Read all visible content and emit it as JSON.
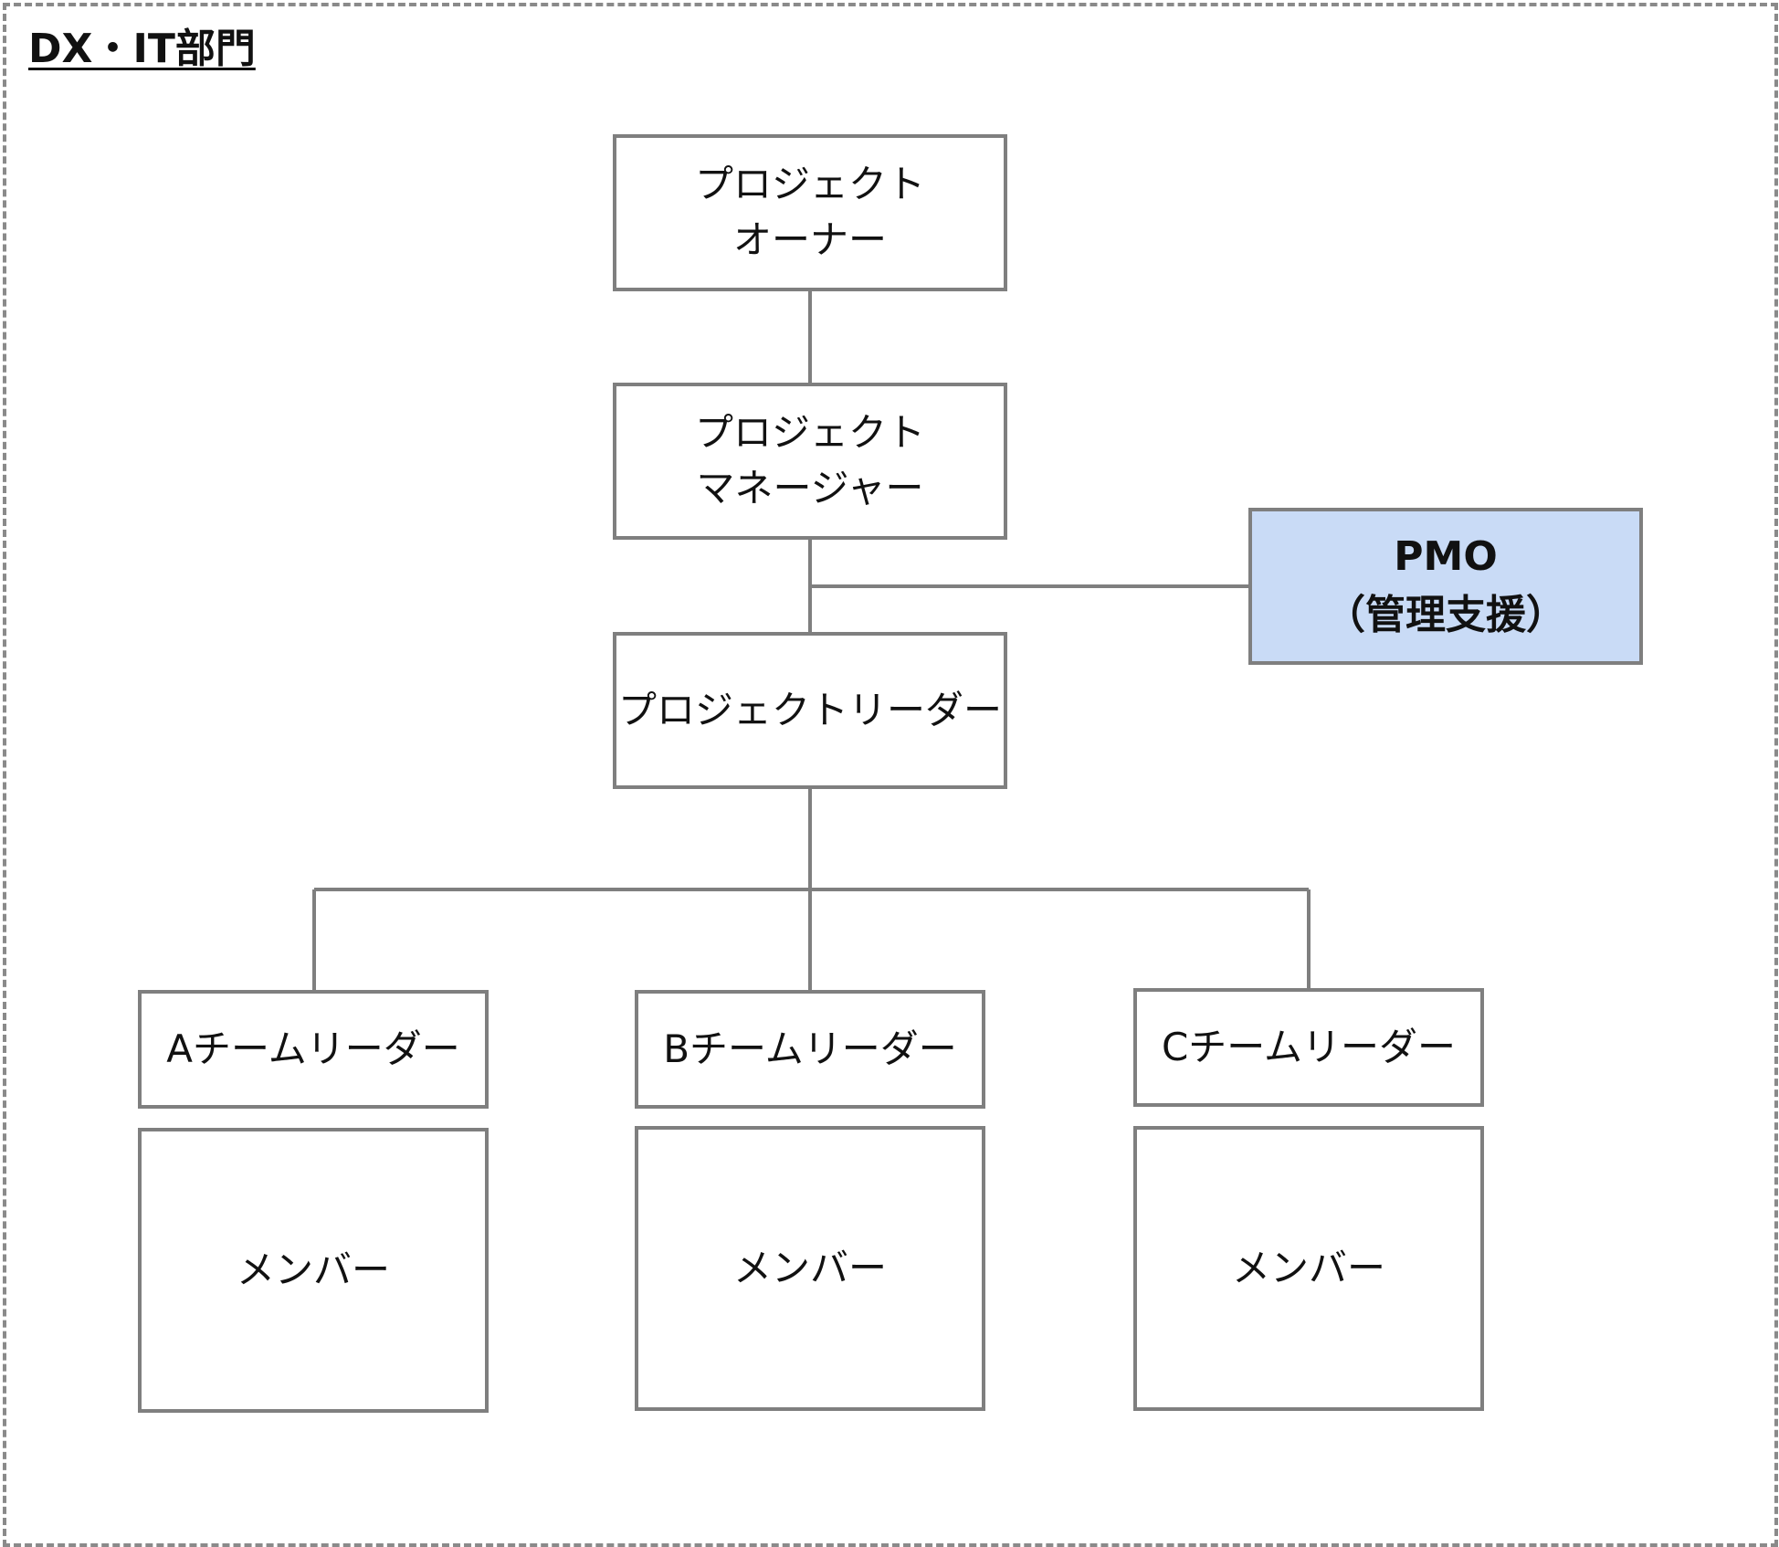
{
  "department": {
    "title": "DX・IT部門"
  },
  "roles": {
    "owner": {
      "line1": "プロジェクト",
      "line2": "オーナー"
    },
    "manager": {
      "line1": "プロジェクト",
      "line2": "マネージャー"
    },
    "leader": {
      "label": "プロジェクトリーダー"
    },
    "pmo": {
      "line1": "PMO",
      "line2": "（管理支援）"
    }
  },
  "teams": [
    {
      "leader": "Aチームリーダー",
      "members": "メンバー"
    },
    {
      "leader": "Bチームリーダー",
      "members": "メンバー"
    },
    {
      "leader": "Cチームリーダー",
      "members": "メンバー"
    }
  ],
  "colors": {
    "border": "#7f7f7f",
    "pmo_fill": "#c9dbf6",
    "frame_dash": "#8a8a8a"
  }
}
